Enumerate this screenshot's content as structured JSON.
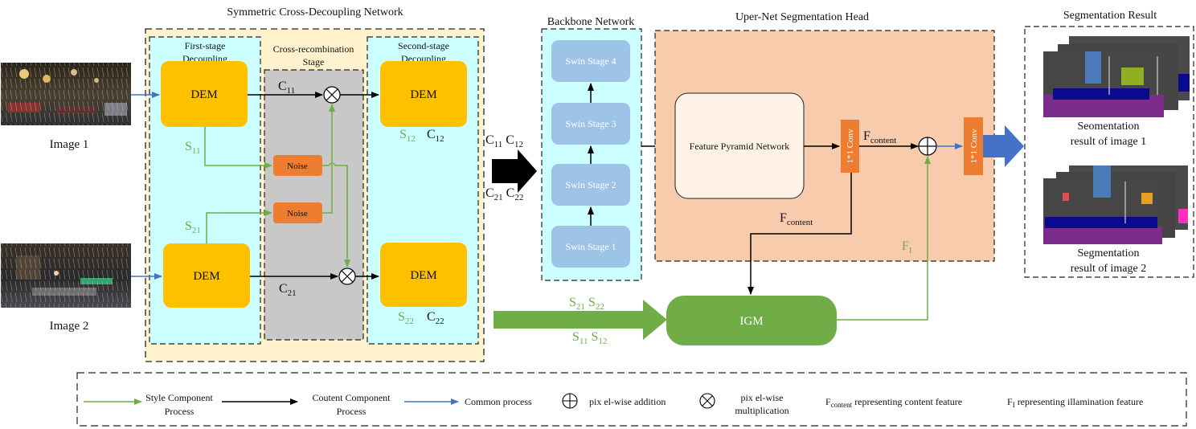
{
  "titles": {
    "scdn": "Symmetric Cross-Decoupling Network",
    "backbone": "Backbone Network",
    "uper": "Uper-Net Segmentation Head",
    "result": "Segmentation Result"
  },
  "decoupling": {
    "first_stage_l1": "First-stage",
    "first_stage_l2": "Decoupling",
    "cross_l1": "Cross-recombination",
    "cross_l2": "Stage",
    "second_stage_l1": "Second-stage",
    "second_stage_l2": "Decoupling",
    "dem": "DEM",
    "noise": "Noise"
  },
  "images": {
    "image1": "Image 1",
    "image2": "Image 2"
  },
  "symbols": {
    "C": "C",
    "S": "S",
    "F": "F",
    "sub11": "11",
    "sub12": "12",
    "sub21": "21",
    "sub22": "22",
    "content": "content",
    "I": "I"
  },
  "backbone": {
    "stages": [
      "Swin Stage 4",
      "Swin Stage 3",
      "Swin Stage 2",
      "Swin Stage 1"
    ]
  },
  "head": {
    "fpn": "Feature Pyramid Network",
    "conv": "1*1 Conv"
  },
  "igm": "IGM",
  "results": {
    "r1_l1": "Seomentation",
    "r1_l2": "result of image 1",
    "r2_l1": "Segmentation",
    "r2_l2": "result of image 2"
  },
  "legend": {
    "style_l1": "Style Component",
    "style_l2": "Process",
    "content_l1": "Coutent Component",
    "content_l2": "Process",
    "common": "Common process",
    "add": "pix el-wise addition",
    "mul_l1": "pix el-wise",
    "mul_l2": "multiplication",
    "fcontent_rest": "representing content feature",
    "fi_rest": "representing illamination feature"
  },
  "colors": {
    "green": "#70ad47",
    "blue": "#4472c4",
    "dem": "#ffc000",
    "noise": "#ed7d31",
    "cyan": "#ccffff",
    "cream": "#fff2cc",
    "gray": "#c8c8c8",
    "swin": "#9dc3e6",
    "peach": "#f8cbad"
  }
}
